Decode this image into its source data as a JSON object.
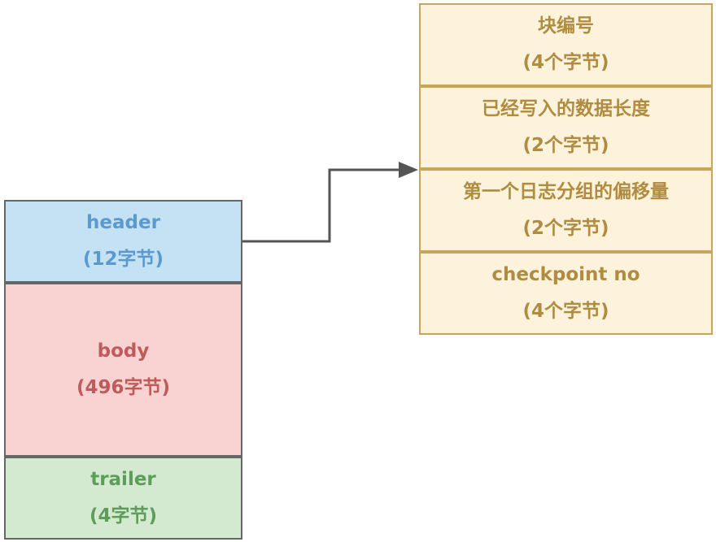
{
  "log_block": {
    "header": {
      "name": "header",
      "size": "(12字节)"
    },
    "body": {
      "name": "body",
      "size": "(496字节)"
    },
    "trailer": {
      "name": "trailer",
      "size": "(4字节)"
    }
  },
  "header_fields": [
    {
      "name": "块编号",
      "size": "(4个字节)"
    },
    {
      "name": "已经写入的数据长度",
      "size": "(2个字节)"
    },
    {
      "name": "第一个日志分组的偏移量",
      "size": "(2个字节)"
    },
    {
      "name": "checkpoint no",
      "size": "(4个字节)"
    }
  ],
  "colors": {
    "header_fill": "#c5e1f4",
    "body_fill": "#f9d2d2",
    "trailer_fill": "#d3ead1",
    "field_fill": "#fdf3dc",
    "arrow": "#555555"
  }
}
